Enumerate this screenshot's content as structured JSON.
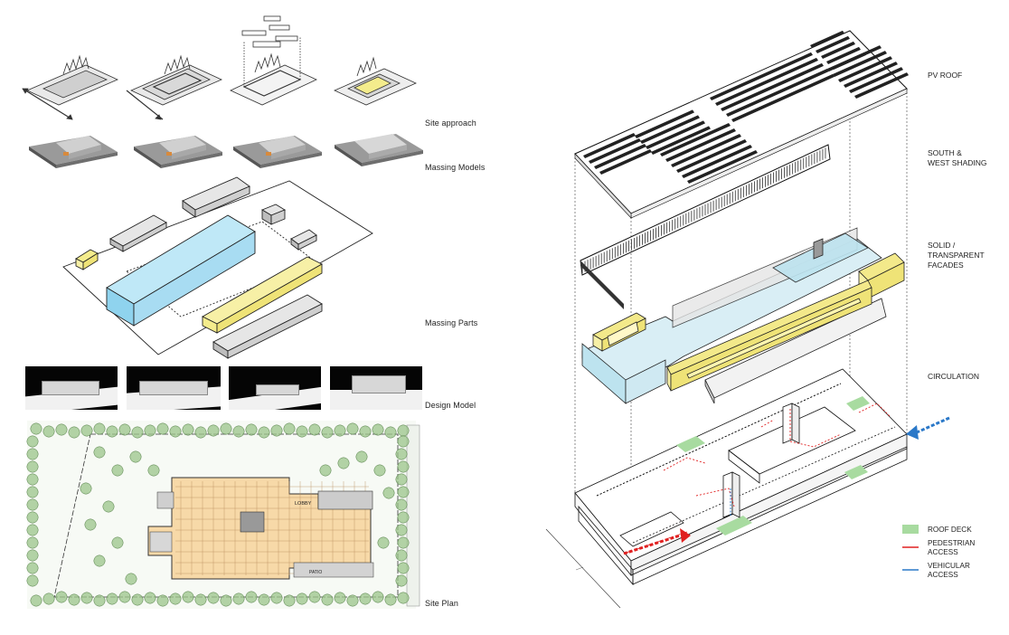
{
  "left_labels": {
    "site_approach": "Site approach",
    "massing_models": "Massing Models",
    "massing_parts": "Massing Parts",
    "design_model": "Design Model",
    "site_plan": "Site Plan"
  },
  "layer_labels": {
    "pv_roof": "PV ROOF",
    "shading": "SOUTH &\nWEST SHADING",
    "facades": "SOLID /\nTRANSPARENT\nFACADES",
    "circulation": "CIRCULATION"
  },
  "legend": {
    "roof_deck": "ROOF DECK",
    "pedestrian": "PEDESTRIAN\nACCESS",
    "vehicular": "VEHICULAR\nACCESS"
  },
  "plan_labels": {
    "lobby": "LOBBY",
    "patio": "PATIO"
  },
  "colors": {
    "massing_blue": "#8fd3ee",
    "massing_yellow": "#f4ec8c",
    "facade_blue": "#bde3ef",
    "facade_yellow": "#f3e98a",
    "roof_deck_green": "#a8dba0",
    "pedestrian_red": "#e02020",
    "vehicular_blue": "#2a78c8",
    "plan_floor": "#f7d9a8",
    "tree_green": "#9bc48a"
  }
}
